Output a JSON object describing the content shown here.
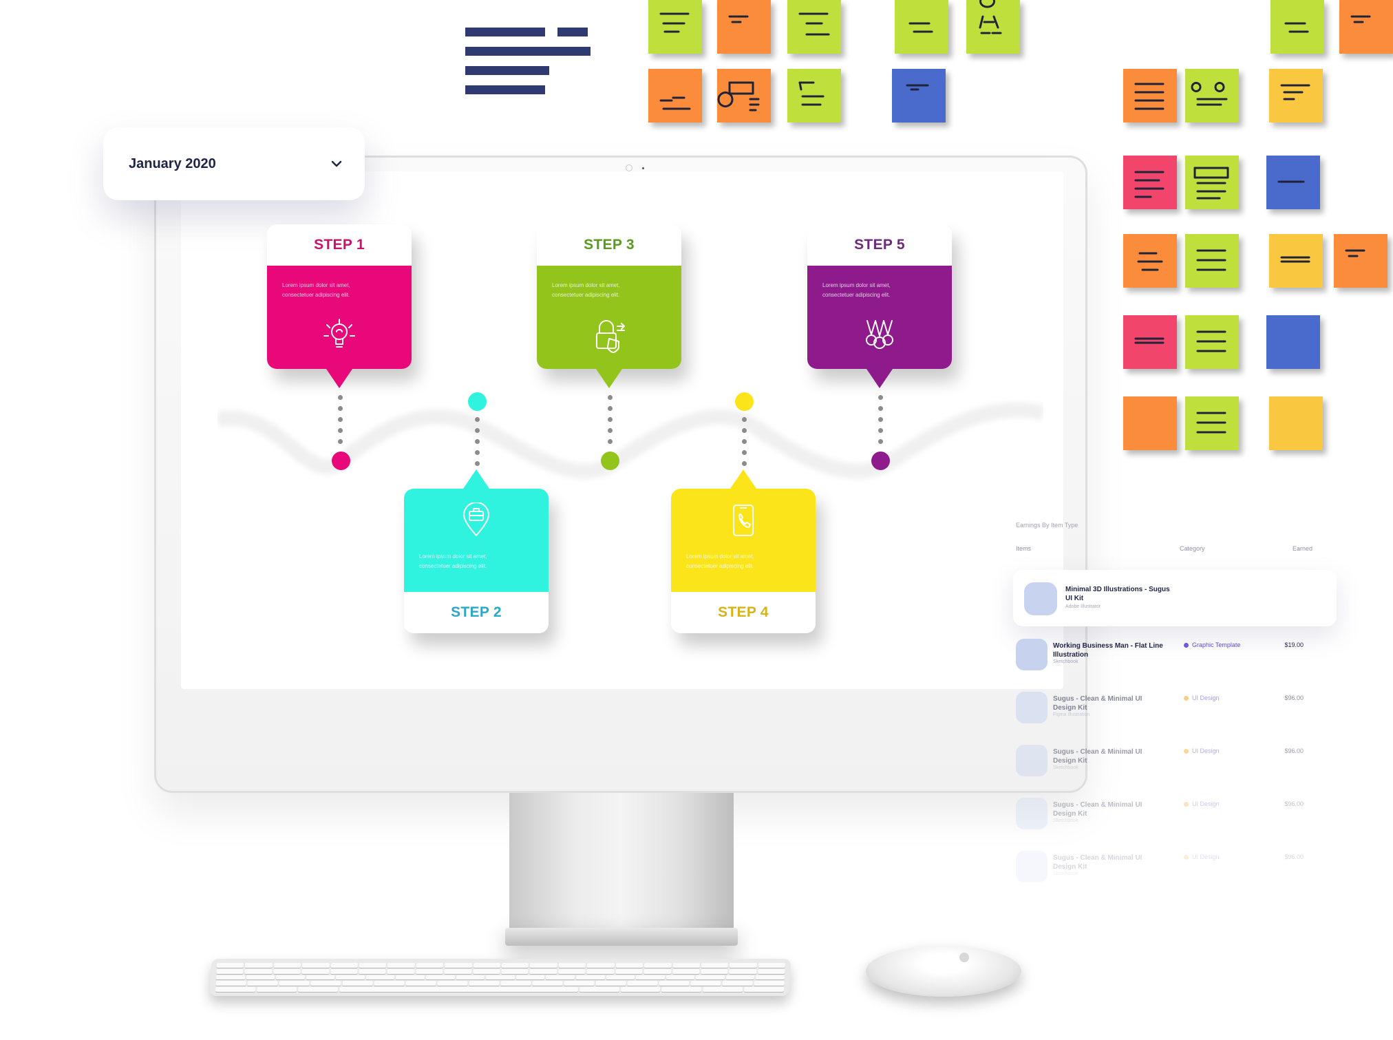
{
  "date_picker": {
    "label": "January 2020",
    "icon": "chevron-down-icon"
  },
  "timeline": {
    "steps": [
      {
        "label": "STEP 1",
        "description": "Lorem ipsum dolor sit amet, consectetuer adipiscing elit.",
        "icon": "lightbulb-icon",
        "color": "#e8087a",
        "label_color": "#c8136e"
      },
      {
        "label": "STEP 2",
        "description": "Lorem ipsum dolor sit amet, consectetuer adipiscing elit.",
        "icon": "location-pin-briefcase-icon",
        "color": "#2ff3df",
        "label_color": "#2aa9c8"
      },
      {
        "label": "STEP 3",
        "description": "Lorem ipsum dolor sit amet, consectetuer adipiscing elit.",
        "icon": "padlock-shield-icon",
        "color": "#93c41c",
        "label_color": "#5a9a1e"
      },
      {
        "label": "STEP 4",
        "description": "Lorem ipsum dolor sit amet, consectetuer adipiscing elit.",
        "icon": "phone-call-icon",
        "color": "#fbe51a",
        "label_color": "#d7b318"
      },
      {
        "label": "STEP 5",
        "description": "Lorem ipsum dolor sit amet, consectetuer adipiscing elit.",
        "icon": "medals-icon",
        "color": "#8e1a8c",
        "label_color": "#6e2a7c"
      }
    ]
  },
  "earnings": {
    "title": "Earnings By Item Type",
    "columns": {
      "items": "Items",
      "category": "Category",
      "earned": "Earned"
    },
    "featured": {
      "name": "Minimal 3D Illustrations - Sugus UI Kit",
      "sub": "Adobe Illustrator"
    },
    "rows": [
      {
        "name": "Working Business Man - Flat Line Illustration",
        "sub": "Sketchbook",
        "category": "Graphic Template",
        "cat_color": "#6a5ae0",
        "price": "$19.00"
      },
      {
        "name": "Sugus - Clean & Minimal UI Design Kit",
        "sub": "Figma Illustration",
        "category": "UI Design",
        "cat_color": "#f5a623",
        "price": "$96.00"
      },
      {
        "name": "Sugus - Clean & Minimal UI Design Kit",
        "sub": "Sketchbook",
        "category": "UI Design",
        "cat_color": "#f5a623",
        "price": "$96.00"
      },
      {
        "name": "Sugus - Clean & Minimal UI Design Kit",
        "sub": "Sketchbook",
        "category": "UI Design",
        "cat_color": "#f5a623",
        "price": "$96.00"
      },
      {
        "name": "Sugus - Clean & Minimal UI Design Kit",
        "sub": "Sketchbook",
        "category": "UI Design",
        "cat_color": "#f5a623",
        "price": "$96.00"
      }
    ]
  },
  "colors": {
    "sticky_green": "#bfe03c",
    "sticky_orange": "#fb8c3b",
    "sticky_blue": "#4a6bcc",
    "sticky_pink": "#f2456c",
    "sticky_yellow": "#f9c840",
    "title_bar": "#2f3a70"
  }
}
